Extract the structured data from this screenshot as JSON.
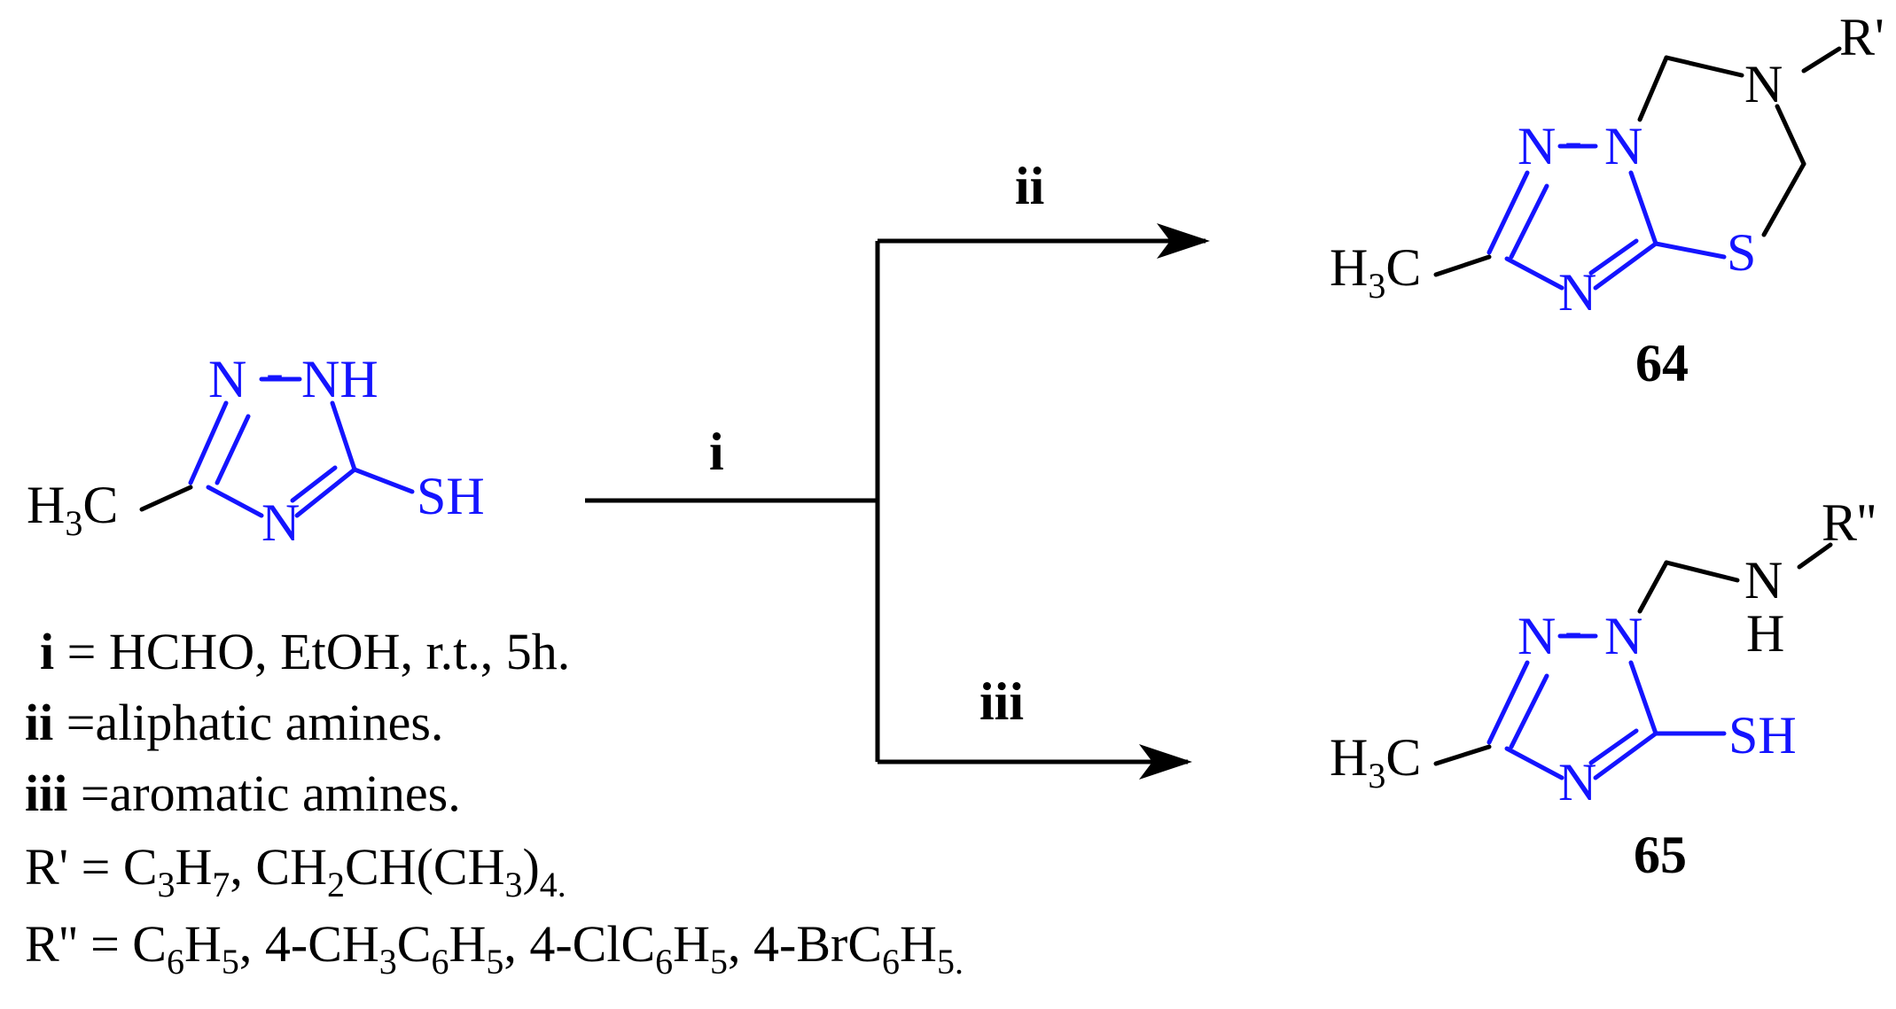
{
  "reactant": {
    "atom_n1": "N",
    "atom_hyphen": "-",
    "atom_nh": "NH",
    "atom_n4": "N",
    "substituent_sh": "SH",
    "methyl": {
      "main": "H",
      "sub": "3",
      "tail": "C"
    }
  },
  "arrows": {
    "step_i": "i",
    "step_ii": "ii",
    "step_iii": "iii"
  },
  "product_64": {
    "label": "64",
    "atom_n_a": "N",
    "atom_hyphen": "-",
    "atom_n_b": "N",
    "atom_n_c": "N",
    "atom_s": "S",
    "atom_n_ring": "N",
    "substituent": "R'",
    "methyl": {
      "main": "H",
      "sub": "3",
      "tail": "C"
    }
  },
  "product_65": {
    "label": "65",
    "atom_n_a": "N",
    "atom_hyphen": "-",
    "atom_n_b": "N",
    "atom_n_c": "N",
    "substituent_sh": "SH",
    "amine_n": "N",
    "amine_h": "H",
    "substituent": "R''",
    "methyl": {
      "main": "H",
      "sub": "3",
      "tail": "C"
    }
  },
  "legend": {
    "line1": {
      "key": "i",
      "text": " = HCHO, EtOH, r.t., 5h."
    },
    "line2": {
      "key": "ii",
      "text": " =aliphatic amines."
    },
    "line3": {
      "key": "iii",
      "text": " =aromatic amines."
    },
    "line4": {
      "p1": "R' = C",
      "s1": "3",
      "p2": "H",
      "s2": "7",
      "p3": ", CH",
      "s3": "2",
      "p4": "CH(CH",
      "s4": "3",
      "p5": ")",
      "s5": "4."
    },
    "line5": {
      "p1": "R'' = C",
      "s1": "6",
      "p2": "H",
      "s2": "5",
      "p3": ", 4-CH",
      "s3": "3",
      "p4": "C",
      "s4": "6",
      "p5": "H",
      "s5": "5",
      "p6": ", 4-ClC",
      "s6": "6",
      "p7": "H",
      "s7": "5",
      "p8": ", 4-BrC",
      "s8": "6",
      "p9": "H",
      "s9": "5."
    }
  },
  "colors": {
    "heteroatom": "#1414ff",
    "carbon": "#000000"
  }
}
